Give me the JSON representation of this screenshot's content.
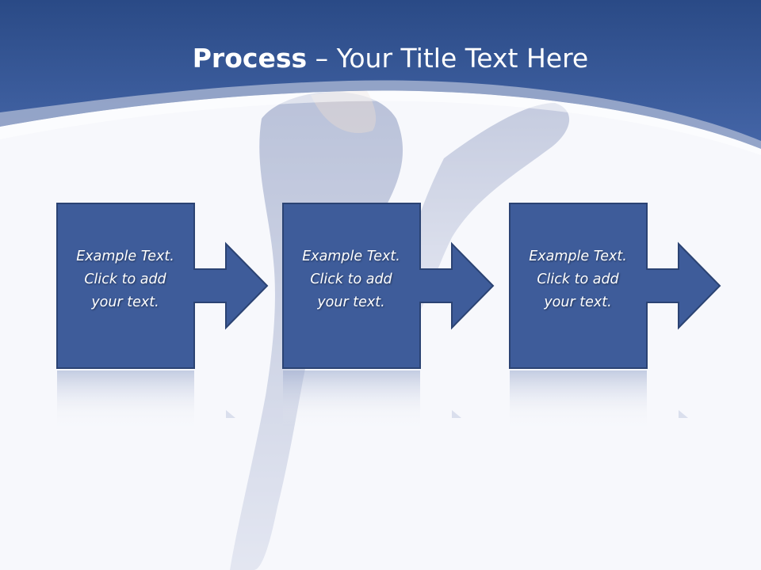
{
  "slide": {
    "title_bold": "Process",
    "title_rest": " – Your Title Text Here"
  },
  "steps": [
    {
      "lines": [
        "Example Text.",
        "Click  to add",
        "your text."
      ]
    },
    {
      "lines": [
        "Example Text.",
        "Click  to add",
        "your text."
      ]
    },
    {
      "lines": [
        "Example Text.",
        "Click  to add",
        "your text."
      ]
    }
  ],
  "colors": {
    "header_blue": "#3a5a9c",
    "box_fill": "#3e5c9a",
    "box_border": "#2b4373",
    "background": "#f7f8fc"
  }
}
